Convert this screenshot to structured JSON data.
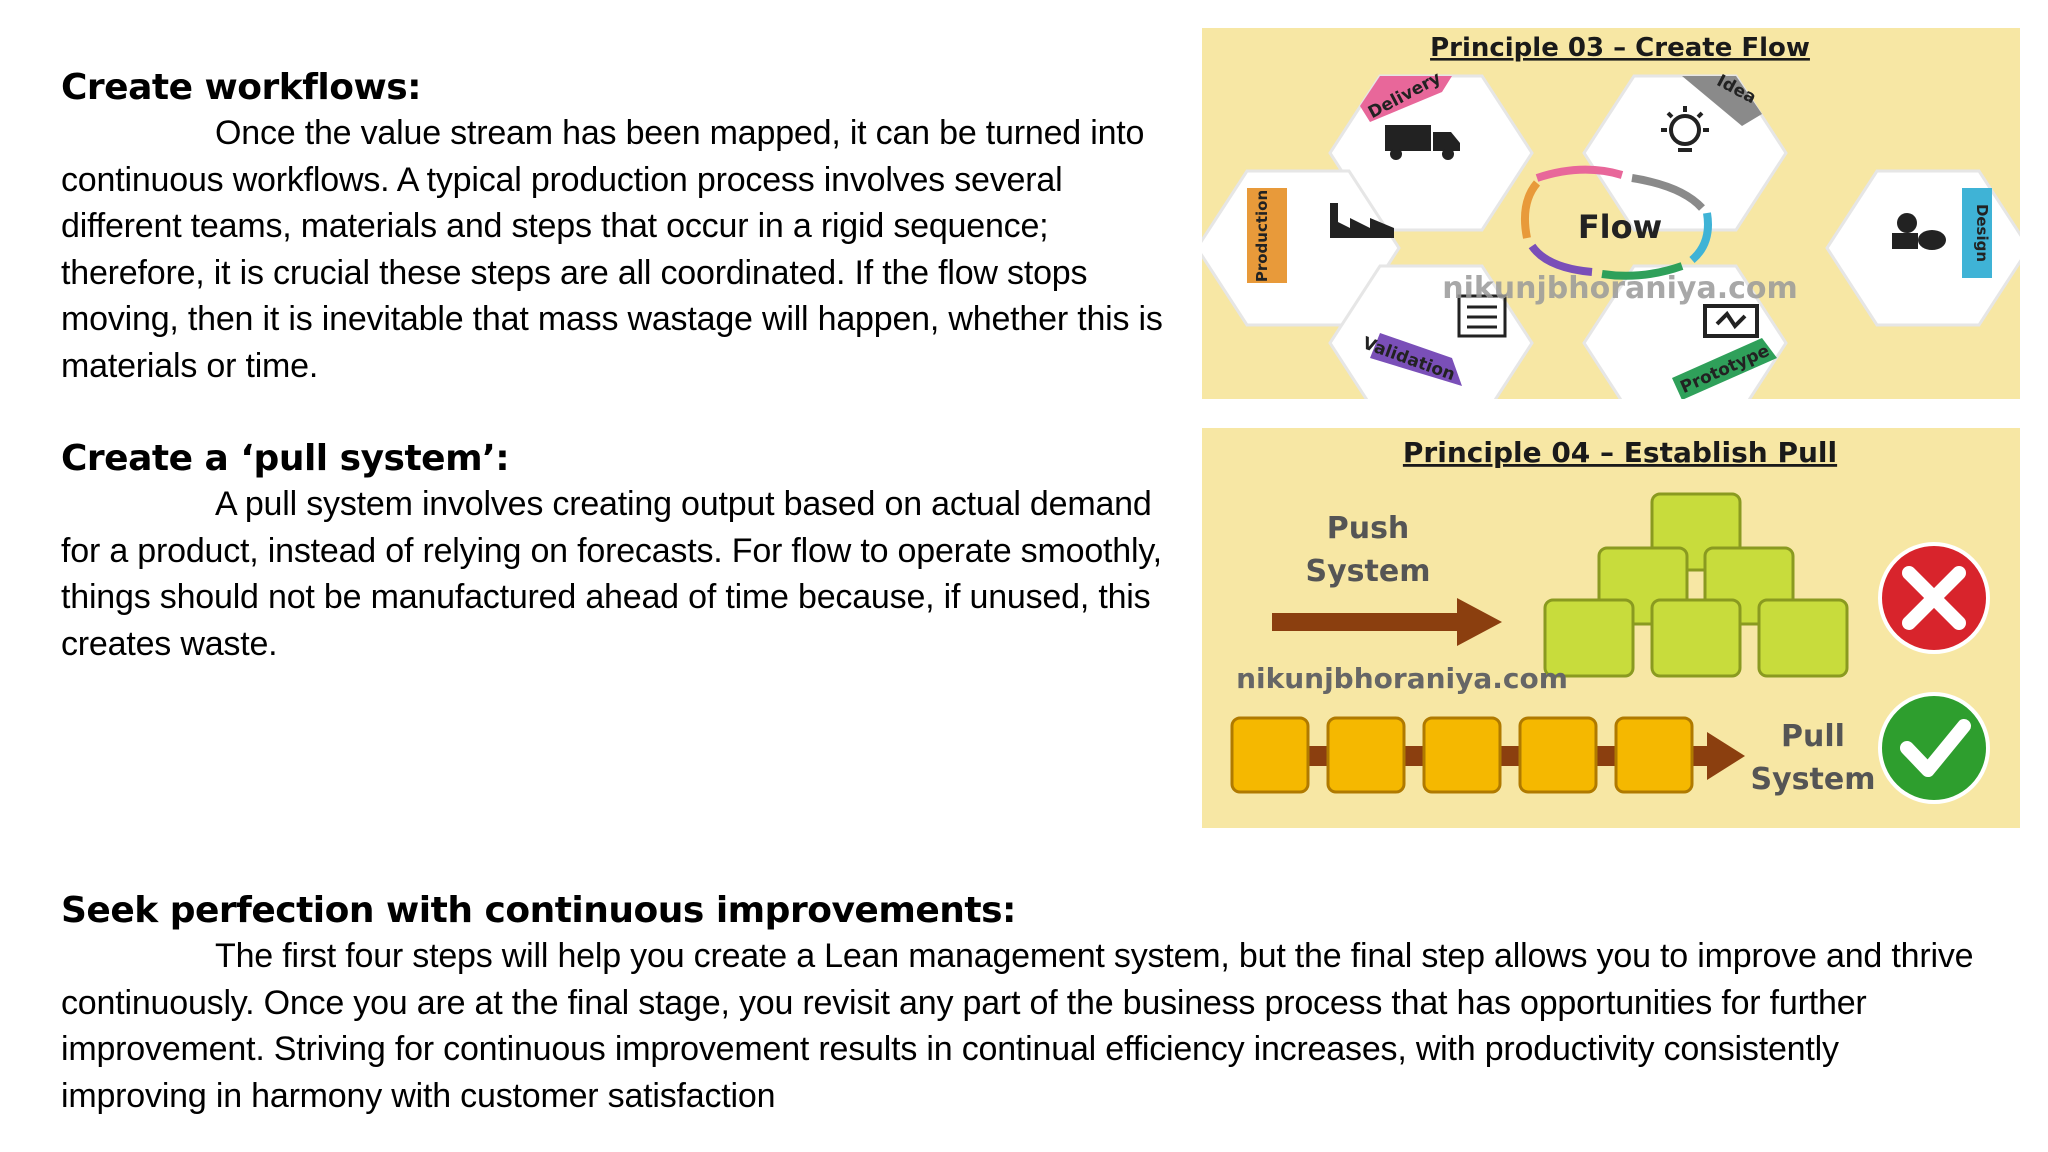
{
  "sections": [
    {
      "heading": "Create workflows:",
      "body": "Once the value stream has been mapped, it can be turned into continuous workflows. A typical production process involves several different teams, materials and steps that occur in a rigid sequence; therefore, it is crucial these steps are all coordinated. If the flow stops moving, then it is inevitable that mass wastage will happen, whether this is materials or time."
    },
    {
      "heading": "Create a ‘pull system’:",
      "body": "A pull system involves creating output based on actual demand for a product, instead of relying on forecasts. For flow to operate smoothly, things should not be manufactured ahead of time because, if unused, this creates waste."
    },
    {
      "heading": "Seek perfection with continuous improvements:",
      "body": "The first four steps will help you create a Lean management system, but the final step allows you to improve and thrive continuously. Once you are at the final stage, you revisit any part of the business process that has opportunities for further improvement. Striving for continuous improvement results in continual efficiency increases, with productivity consistently improving in harmony with customer satisfaction"
    }
  ],
  "figure_flow": {
    "title": "Principle 03 – Create Flow",
    "center_label": "Flow",
    "watermark": "nikunjbhoraniya.com",
    "stages": {
      "delivery": "Delivery",
      "idea": "Idea",
      "production": "Production",
      "design": "Design",
      "validation": "Validation",
      "prototype": "Prototype"
    },
    "colors": {
      "background": "#f7e7a4",
      "delivery": "#e8679a",
      "idea": "#8a8a8a",
      "production": "#e89a3a",
      "design": "#3fb3d6",
      "validation": "#7a4fb8",
      "prototype": "#2fa05a"
    }
  },
  "figure_pull": {
    "title": "Principle 04 – Establish Pull",
    "push_label_1": "Push",
    "push_label_2": "System",
    "pull_label_1": "Pull",
    "pull_label_2": "System",
    "watermark": "nikunjbhoraniya.com",
    "colors": {
      "background": "#f7e7a4",
      "arrow": "#8b3f0f",
      "green_box": "#c8dc3c",
      "yellow_box": "#f5b800",
      "cross": "#d8242c",
      "check": "#2e9e2e"
    }
  }
}
